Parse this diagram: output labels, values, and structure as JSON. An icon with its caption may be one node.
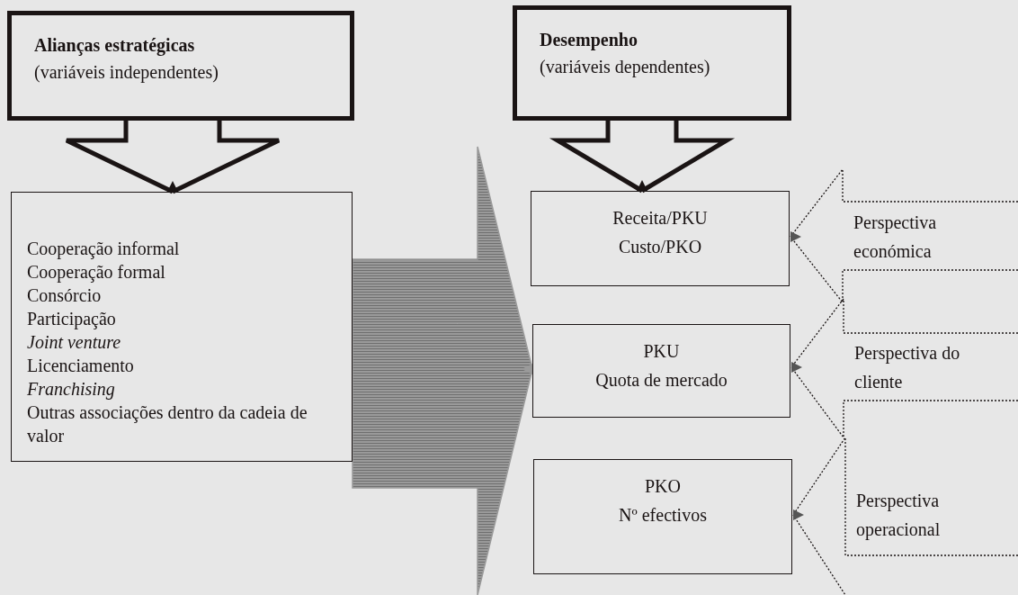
{
  "diagram": {
    "nodes": [
      {
        "text": [
          "Alianças estratégicas",
          "(variáveis independentes)"
        ]
      },
      {
        "text": [
          "Cooperação informal",
          "Cooperação formal",
          "Consórcio",
          "Participação",
          "*Joint venture*",
          "Licenciamento",
          "*Franchising*",
          "Outras associações dentro da cadeia de valor"
        ]
      },
      {
        "text": [
          "Desempenho",
          "(variáveis dependentes)"
        ]
      },
      {
        "text": [
          "Receita/PKU",
          "Custo/PKO"
        ]
      },
      {
        "text": [
          "PKU",
          "Quota de mercado"
        ]
      },
      {
        "text": [
          "PKO",
          "Nº efectivos"
        ]
      }
    ],
    "edges": [
      {
        "from": 0,
        "to": 1,
        "arrow": "to",
        "style": "thick"
      },
      {
        "from": 1,
        "to": 4,
        "arrow": "to",
        "color": "#9a9a9a"
      },
      {
        "from": 2,
        "to": 3,
        "arrow": "to",
        "style": "thick"
      },
      {
        "from": null,
        "to": 3,
        "arrow": "to",
        "style": "dashed",
        "label": "Perspectiva económica"
      },
      {
        "from": null,
        "to": 4,
        "arrow": "to",
        "style": "dashed",
        "label": "Perspectiva do cliente"
      },
      {
        "from": null,
        "to": 5,
        "arrow": "to",
        "style": "dashed",
        "label": "Perspectiva operacional"
      }
    ]
  }
}
